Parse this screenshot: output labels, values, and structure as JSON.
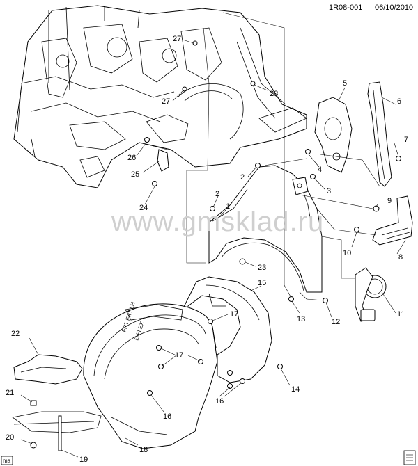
{
  "header": {
    "ref_code": "1R08-001",
    "date": "06/10/2010"
  },
  "watermark": "www.gmsklad.ru",
  "corner_tag": "ma",
  "callouts": [
    "1",
    "2",
    "2",
    "3",
    "4",
    "5",
    "6",
    "7",
    "8",
    "9",
    "10",
    "11",
    "12",
    "13",
    "14",
    "15",
    "16",
    "16",
    "17",
    "17",
    "18",
    "19",
    "20",
    "21",
    "22",
    "23",
    "24",
    "25",
    "26",
    "27",
    "27",
    "28"
  ],
  "part_labels": {
    "liner_text_1": "FRT FRT LH",
    "liner_text_2": "E-FLEX"
  }
}
